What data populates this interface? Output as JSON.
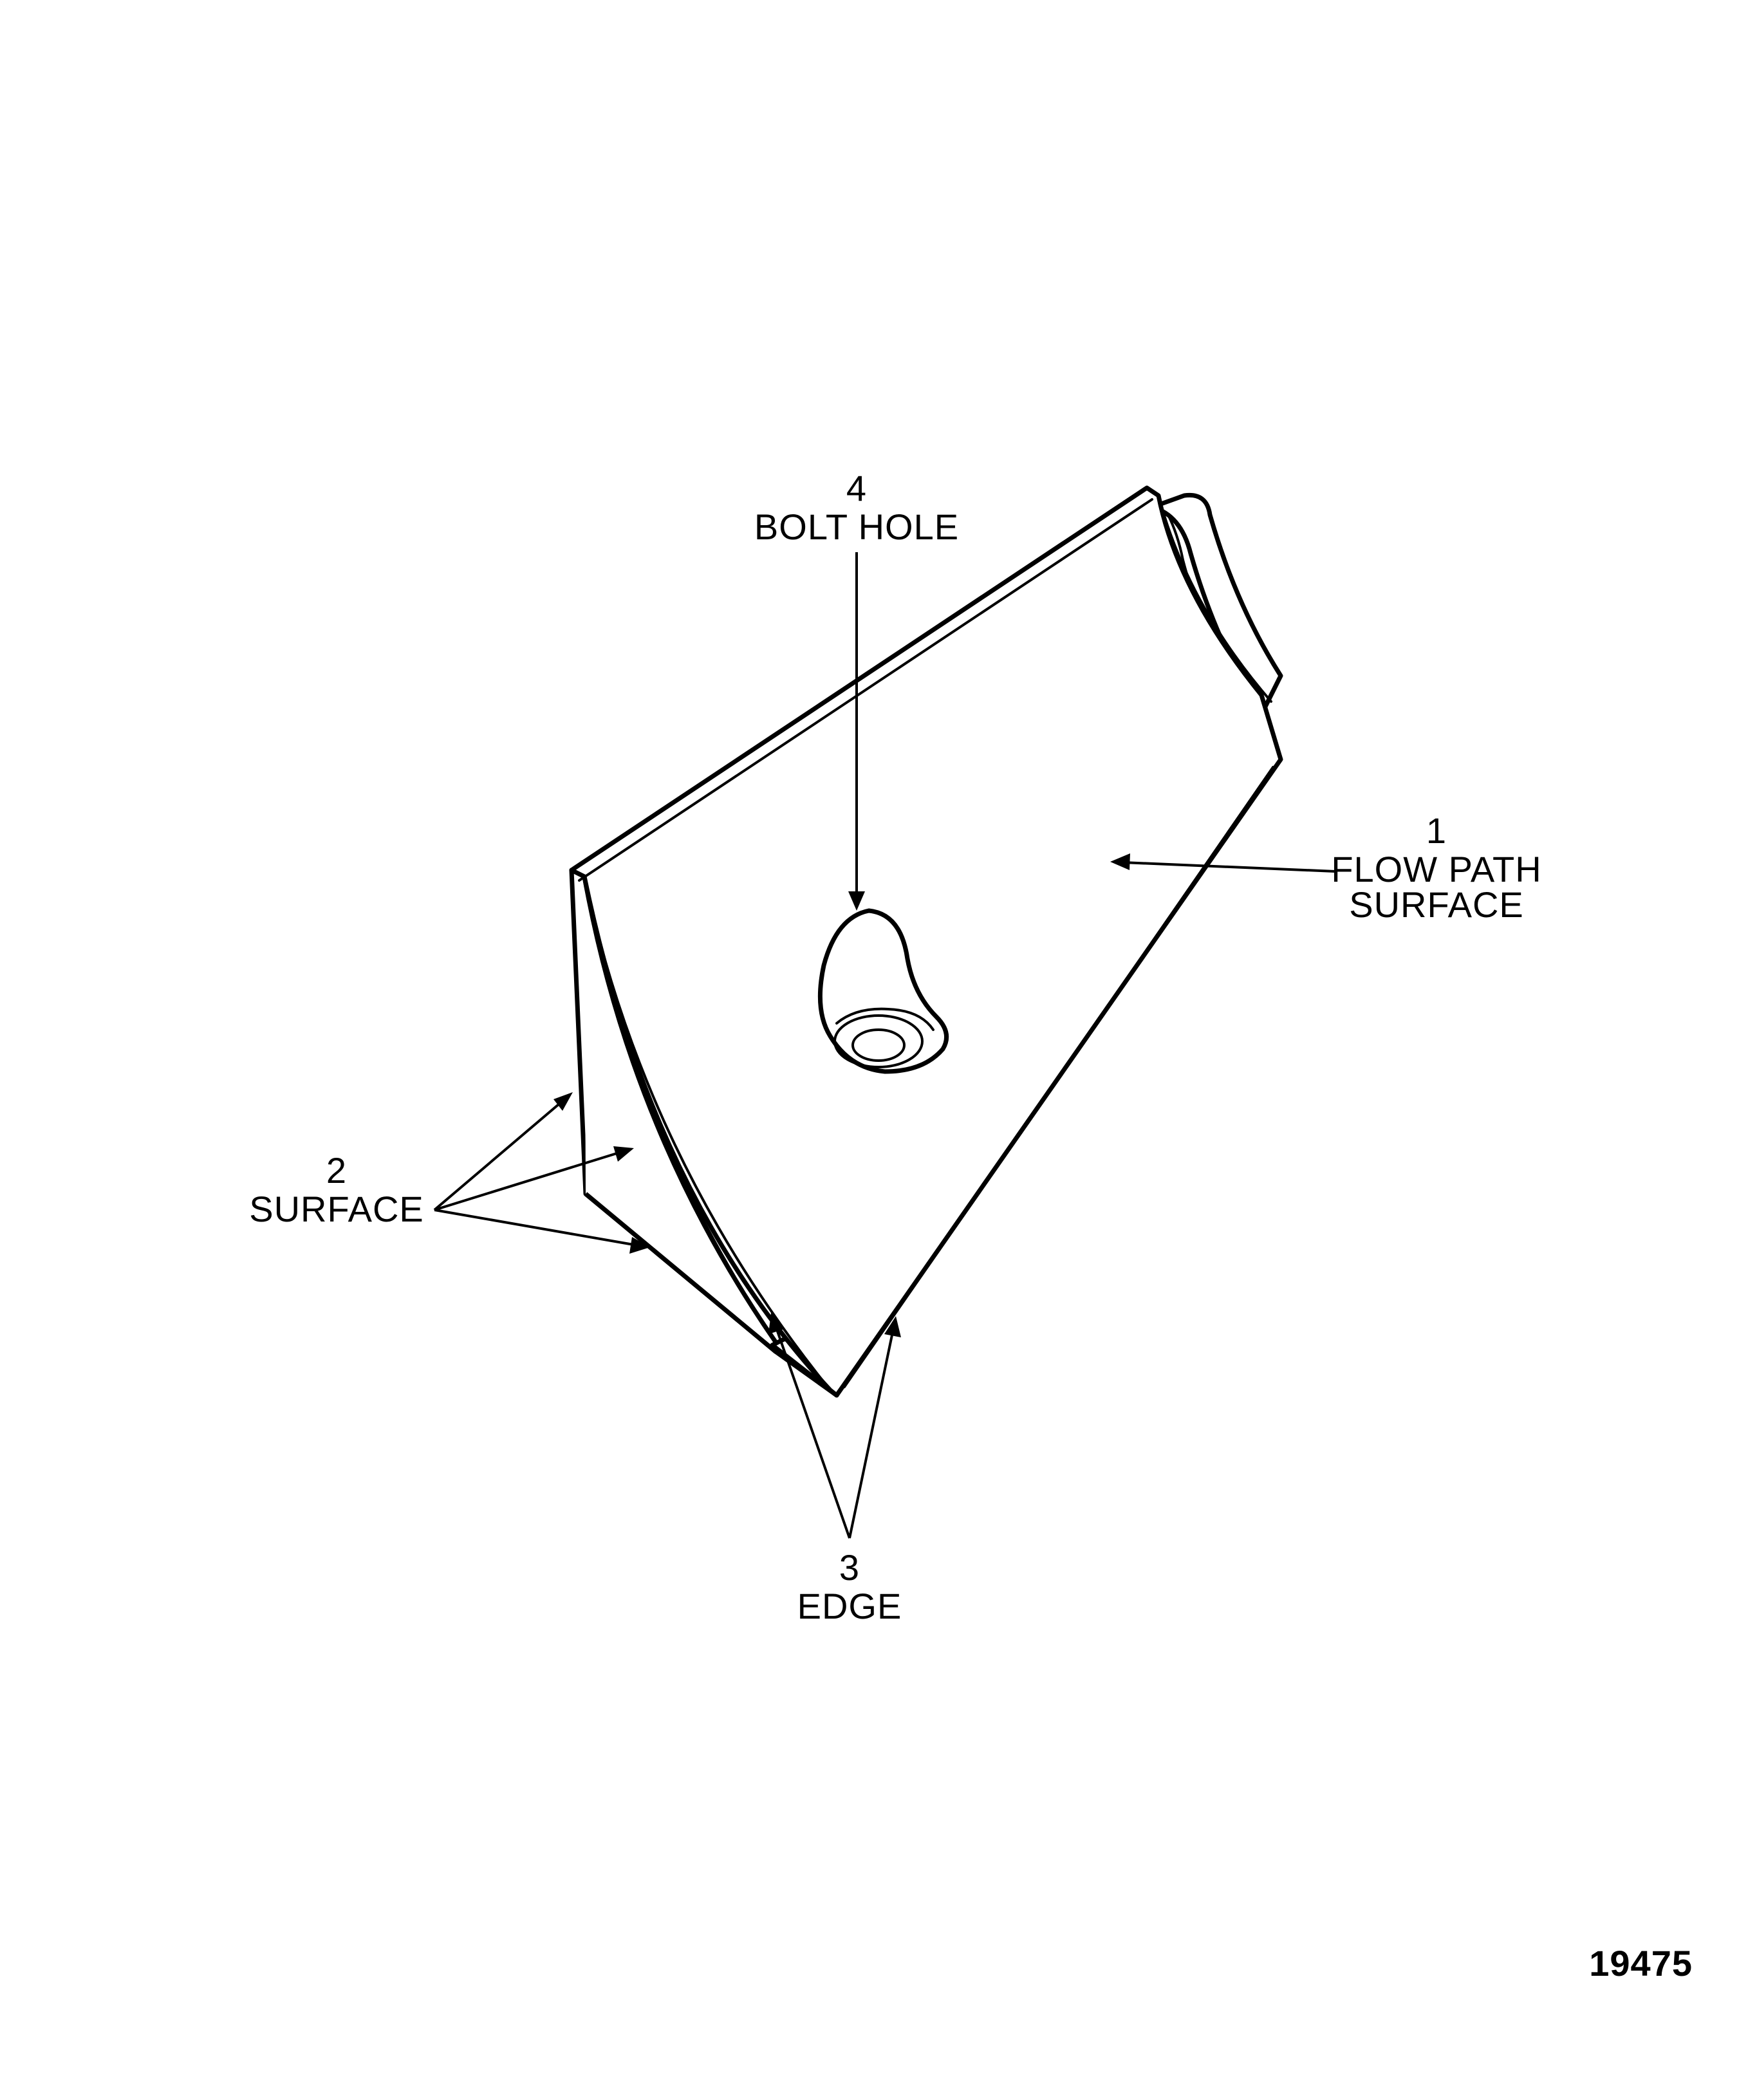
{
  "figure_number": "19475",
  "callouts": [
    {
      "id": "1",
      "number": "1",
      "line1": "FLOW PATH",
      "line2": "SURFACE"
    },
    {
      "id": "2",
      "number": "2",
      "line1": "SURFACE",
      "line2": ""
    },
    {
      "id": "3",
      "number": "3",
      "line1": "EDGE",
      "line2": ""
    },
    {
      "id": "4",
      "number": "4",
      "line1": "BOLT HOLE",
      "line2": ""
    }
  ]
}
